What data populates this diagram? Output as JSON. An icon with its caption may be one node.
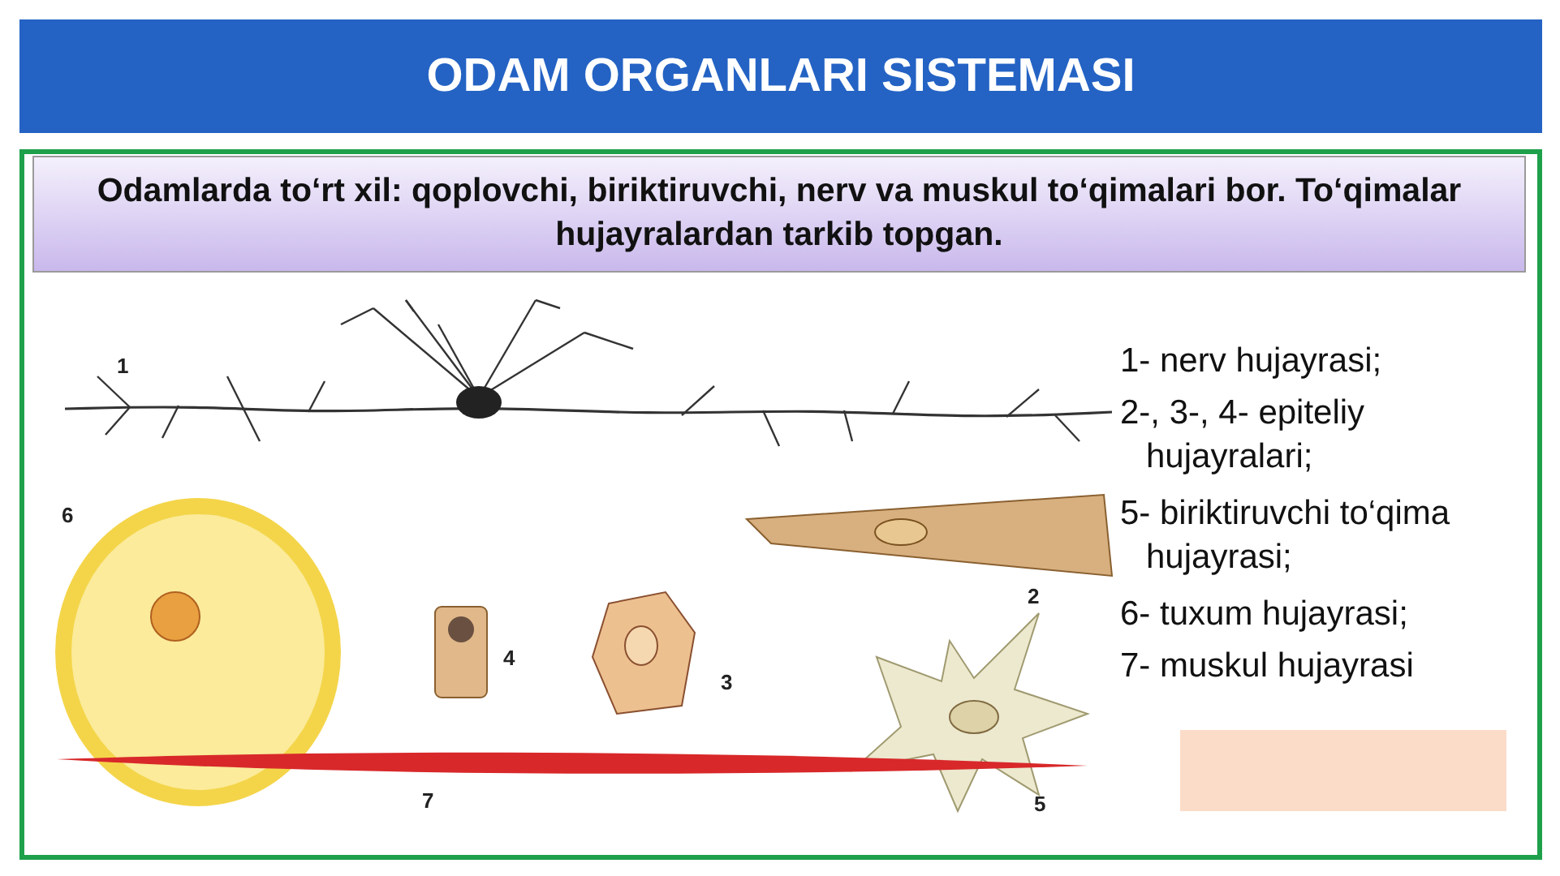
{
  "diagram": {
    "title": "ODAM ORGANLARI SISTEMASI",
    "nodes": [
      {
        "text": [
          "Odamlarda to‘rt xil: qoplovchi, biriktiruvchi, nerv va muskul to‘qimalari bor. To‘qimalar hujayralardan tarkib topgan."
        ]
      },
      {
        "text": [],
        "shape": "box"
      }
    ],
    "edges": [],
    "labels": [
      "1",
      "6",
      "2",
      "4",
      "3",
      "7",
      "5",
      "1- nerv hujayrasi;",
      "2-, 3-, 4- epiteliy hujayralari;",
      "5- biriktiruvchi to‘qima hujayrasi;",
      "6- tuxum hujayrasi;",
      "7- muskul hujayrasi"
    ]
  }
}
